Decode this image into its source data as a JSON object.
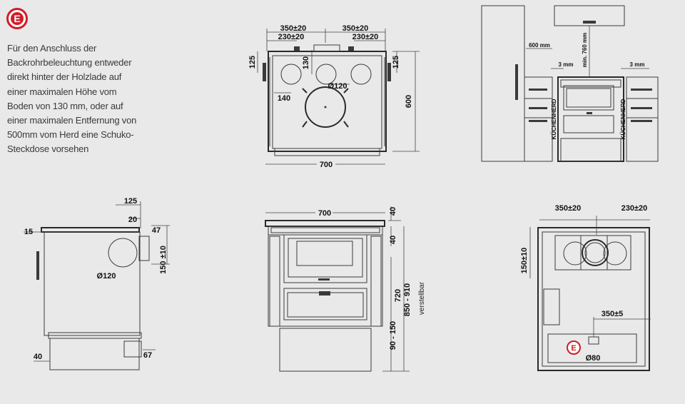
{
  "marker_label": "E",
  "note_lines": [
    "Für den Anschluss der",
    "Backrohrbeleuchtung entweder",
    "direkt hinter der Holzlade auf",
    "einer maximalen Höhe vom",
    "Boden von 130 mm, oder auf",
    "einer maximalen Entfernung von",
    "500mm vom Herd eine Schuko-",
    "Steckdose vorsehen"
  ],
  "top_view": {
    "dim_350_left": "350±20",
    "dim_350_right": "350±20",
    "dim_230_left": "230±20",
    "dim_230_right": "230±20",
    "dim_125_left": "125",
    "dim_125_right": "125",
    "dim_130": "130",
    "dim_140": "140",
    "dim_120": "Ø120",
    "dim_600": "600",
    "dim_700": "700"
  },
  "kitchen_view": {
    "dim_600mm": "600 mm",
    "dim_3mm_left": "3 mm",
    "dim_3mm_right": "3 mm",
    "dim_760": "min. 760 mm",
    "brand_left": "KÜCHENHERD",
    "brand_right": "KÜCHENHERD"
  },
  "side_view": {
    "dim_125": "125",
    "dim_20": "20",
    "dim_15": "15",
    "dim_47": "47",
    "dim_150": "150 ±10",
    "dim_120": "Ø120",
    "dim_40": "40",
    "dim_67": "67"
  },
  "front_view": {
    "dim_700": "700",
    "dim_40a": "40",
    "dim_40b": "40",
    "dim_720": "720",
    "dim_850_910": "850 - 910",
    "dim_verstellbar": "verstellbar",
    "dim_90_150": "90 - 150"
  },
  "rear_view": {
    "dim_350": "350±20",
    "dim_230": "230±20",
    "dim_150": "150±10",
    "dim_350_5": "350±5",
    "dim_80": "Ø80",
    "marker_label": "E"
  }
}
